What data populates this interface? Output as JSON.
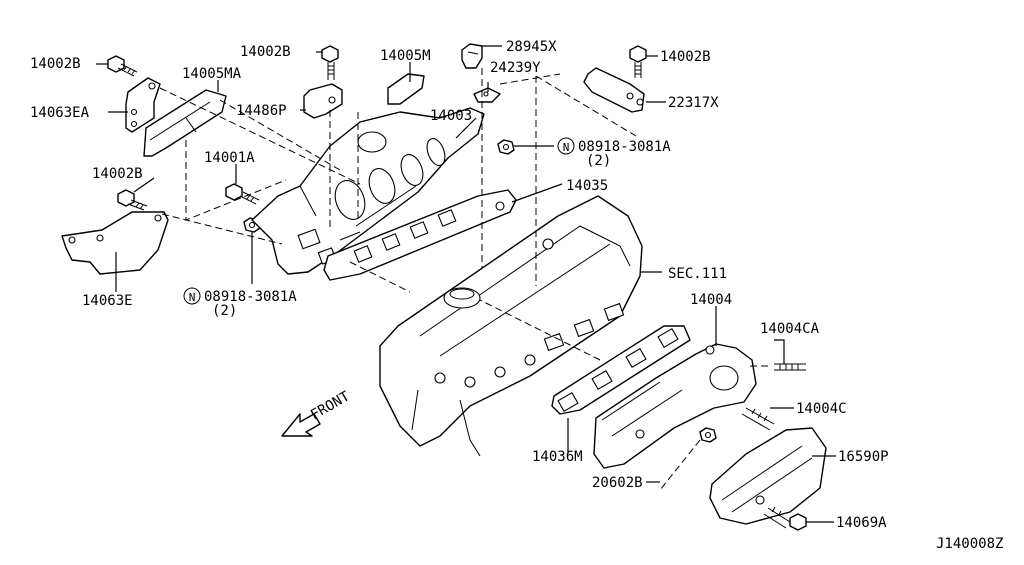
{
  "diagram_id": "J140008Z",
  "front_label": "FRONT",
  "labels": {
    "p14002B_a": "14002B",
    "p14063EA": "14063EA",
    "p14005MA": "14005MA",
    "p14002B_b": "14002B",
    "p14486P": "14486P",
    "p14005M": "14005M",
    "p28945X": "28945X",
    "p24239Y": "24239Y",
    "p14002B_c": "14002B",
    "p22317X": "22317X",
    "p14003": "14003",
    "p08918_top": "08918-3081A",
    "p08918_top_qty": "(2)",
    "p14001A": "14001A",
    "p14002B_d": "14002B",
    "p14035": "14035",
    "pSEC111": "SEC.111",
    "p14063E": "14063E",
    "p08918_bot": "08918-3081A",
    "p08918_bot_qty": "(2)",
    "p14004": "14004",
    "p14004CA": "14004CA",
    "p14004C": "14004C",
    "p14036M": "14036M",
    "p16590P": "16590P",
    "p20602B": "20602B",
    "p14069A": "14069A"
  },
  "nut_symbol": "N"
}
